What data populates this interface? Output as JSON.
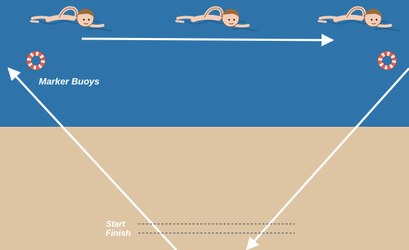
{
  "colors": {
    "water": "#2e74aa",
    "sand": "#ddc5a3",
    "arrow": "#ffffff",
    "buoy": "#e2604b",
    "line": "#5a5a6e",
    "skin": "#f4cdb6",
    "hair": "#9b6b3c"
  },
  "labels": {
    "buoys": "Marker Buoys",
    "start": "Start",
    "finish": "Finish"
  },
  "icons": {
    "swimmer": "swimmer-icon",
    "buoy": "life-ring-icon"
  }
}
